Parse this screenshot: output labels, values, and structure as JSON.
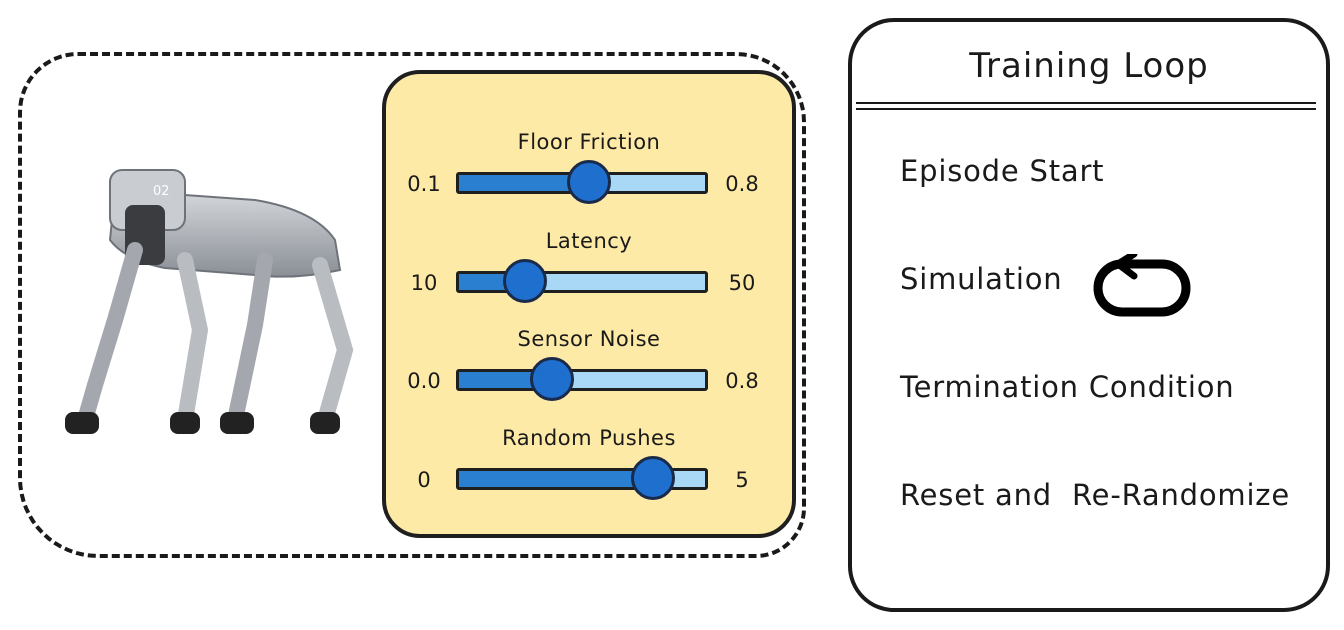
{
  "sliders": [
    {
      "label": "Floor Friction",
      "min": "0.1",
      "max": "0.8",
      "value": 0.53
    },
    {
      "label": "Latency",
      "min": "10",
      "max": "50",
      "value": 0.27
    },
    {
      "label": "Sensor Noise",
      "min": "0.0",
      "max": "0.8",
      "value": 0.38
    },
    {
      "label": "Random Pushes",
      "min": "0",
      "max": "5",
      "value": 0.79
    }
  ],
  "robot": {
    "tag": "02"
  },
  "loop": {
    "title": "Training Loop",
    "steps": [
      "Episode Start",
      "Simulation",
      "Termination Condition",
      "Reset and  Re-Randomize"
    ],
    "icon": "loop-arrow-icon"
  },
  "colors": {
    "panel": "#fdeaa7",
    "track": "#a8d8f6",
    "track_fill": "#2b7fd1",
    "thumb": "#1f6fcf"
  }
}
